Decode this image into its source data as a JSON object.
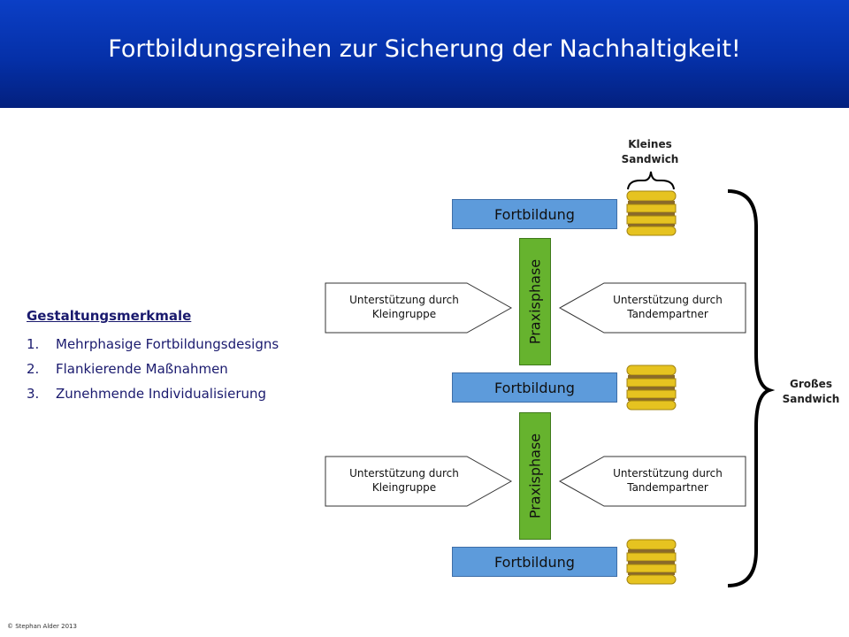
{
  "header": {
    "title": "Fortbildungsreihen zur Sicherung der Nachhaltigkeit!"
  },
  "features": {
    "title": "Gestaltungsmerkmale",
    "items": [
      {
        "num": "1.",
        "text": "Mehrphasige Fortbildungsdesigns"
      },
      {
        "num": "2.",
        "text": "Flankierende Maßnahmen"
      },
      {
        "num": "3.",
        "text": "Zunehmende Individualisierung"
      }
    ]
  },
  "diagram": {
    "fortbildung_label": "Fortbildung",
    "praxisphase_label": "Praxisphase",
    "support_left": "Unterstützung durch Kleingruppe",
    "support_right": "Unterstützung durch Tandempartner",
    "small_sandwich": "Kleines Sandwich",
    "big_sandwich": "Großes Sandwich"
  },
  "footer": {
    "copyright": "© Stephan Alder 2013"
  },
  "colors": {
    "header": "#0530a8",
    "fortbildung": "#5d9bdb",
    "praxisphase": "#66b32e",
    "sandwich": "#e6c320"
  }
}
